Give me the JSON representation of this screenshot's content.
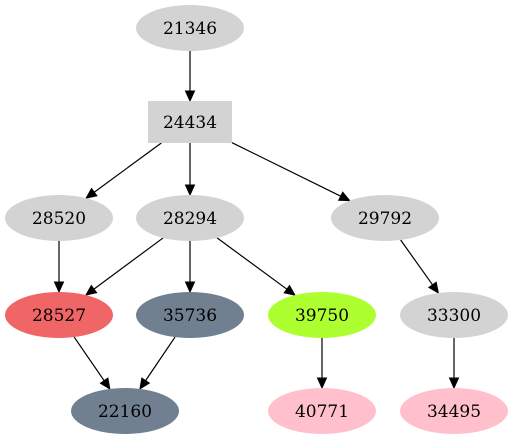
{
  "nodes": [
    {
      "id": "n21346",
      "label": "21346",
      "shape": "ellipse",
      "fill": "#d3d3d3"
    },
    {
      "id": "n24434",
      "label": "24434",
      "shape": "box",
      "fill": "#d3d3d3"
    },
    {
      "id": "n28520",
      "label": "28520",
      "shape": "ellipse",
      "fill": "#d3d3d3"
    },
    {
      "id": "n28294",
      "label": "28294",
      "shape": "ellipse",
      "fill": "#d3d3d3"
    },
    {
      "id": "n29792",
      "label": "29792",
      "shape": "ellipse",
      "fill": "#d3d3d3"
    },
    {
      "id": "n28527",
      "label": "28527",
      "shape": "ellipse",
      "fill": "#f06565"
    },
    {
      "id": "n35736",
      "label": "35736",
      "shape": "ellipse",
      "fill": "#708090"
    },
    {
      "id": "n39750",
      "label": "39750",
      "shape": "ellipse",
      "fill": "#adff2f"
    },
    {
      "id": "n33300",
      "label": "33300",
      "shape": "ellipse",
      "fill": "#d3d3d3"
    },
    {
      "id": "n22160",
      "label": "22160",
      "shape": "ellipse",
      "fill": "#708090"
    },
    {
      "id": "n40771",
      "label": "40771",
      "shape": "ellipse",
      "fill": "#ffc0cb"
    },
    {
      "id": "n34495",
      "label": "34495",
      "shape": "ellipse",
      "fill": "#ffc0cb"
    }
  ],
  "edges": [
    {
      "from": "n21346",
      "to": "n24434"
    },
    {
      "from": "n24434",
      "to": "n28520"
    },
    {
      "from": "n24434",
      "to": "n28294"
    },
    {
      "from": "n24434",
      "to": "n29792"
    },
    {
      "from": "n28520",
      "to": "n28527"
    },
    {
      "from": "n28294",
      "to": "n28527"
    },
    {
      "from": "n28294",
      "to": "n35736"
    },
    {
      "from": "n28294",
      "to": "n39750"
    },
    {
      "from": "n29792",
      "to": "n33300"
    },
    {
      "from": "n28527",
      "to": "n22160"
    },
    {
      "from": "n35736",
      "to": "n22160"
    },
    {
      "from": "n39750",
      "to": "n40771"
    },
    {
      "from": "n33300",
      "to": "n34495"
    }
  ]
}
